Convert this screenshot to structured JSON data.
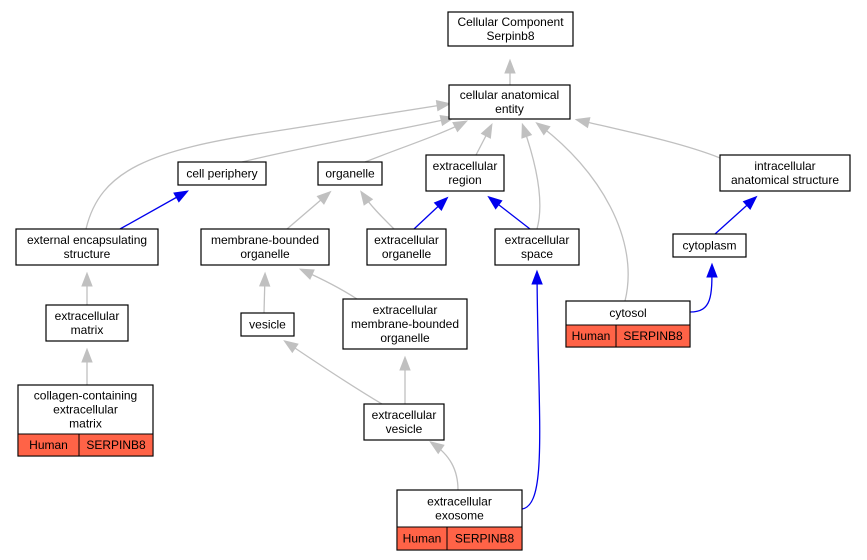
{
  "colors": {
    "gray_edge": "#c0c0c0",
    "blue_edge": "#0000ee",
    "annotation_fill": "#ff6347"
  },
  "nodes": {
    "root": {
      "lines": [
        "Cellular Component",
        "Serpinb8"
      ]
    },
    "cae": {
      "lines": [
        "cellular anatomical",
        "entity"
      ]
    },
    "cellper": {
      "lines": [
        "cell periphery"
      ]
    },
    "organelle": {
      "lines": [
        "organelle"
      ]
    },
    "exreg": {
      "lines": [
        "extracellular",
        "region"
      ]
    },
    "intra": {
      "lines": [
        "intracellular",
        "anatomical structure"
      ]
    },
    "extenc": {
      "lines": [
        "external encapsulating",
        "structure"
      ]
    },
    "membo": {
      "lines": [
        "membrane-bounded",
        "organelle"
      ]
    },
    "exorg": {
      "lines": [
        "extracellular",
        "organelle"
      ]
    },
    "exspace": {
      "lines": [
        "extracellular",
        "space"
      ]
    },
    "cytoplasm": {
      "lines": [
        "cytoplasm"
      ]
    },
    "exmatrix": {
      "lines": [
        "extracellular",
        "matrix"
      ]
    },
    "vesicle": {
      "lines": [
        "vesicle"
      ]
    },
    "exmbo": {
      "lines": [
        "extracellular",
        "membrane-bounded",
        "organelle"
      ]
    },
    "cytosol": {
      "lines": [
        "cytosol"
      ],
      "annotation": [
        "Human",
        "SERPINB8"
      ]
    },
    "collagen": {
      "lines": [
        "collagen-containing",
        "extracellular",
        "matrix"
      ],
      "annotation": [
        "Human",
        "SERPINB8"
      ]
    },
    "exves": {
      "lines": [
        "extracellular",
        "vesicle"
      ]
    },
    "exosome": {
      "lines": [
        "extracellular",
        "exosome"
      ],
      "annotation": [
        "Human",
        "SERPINB8"
      ]
    }
  }
}
